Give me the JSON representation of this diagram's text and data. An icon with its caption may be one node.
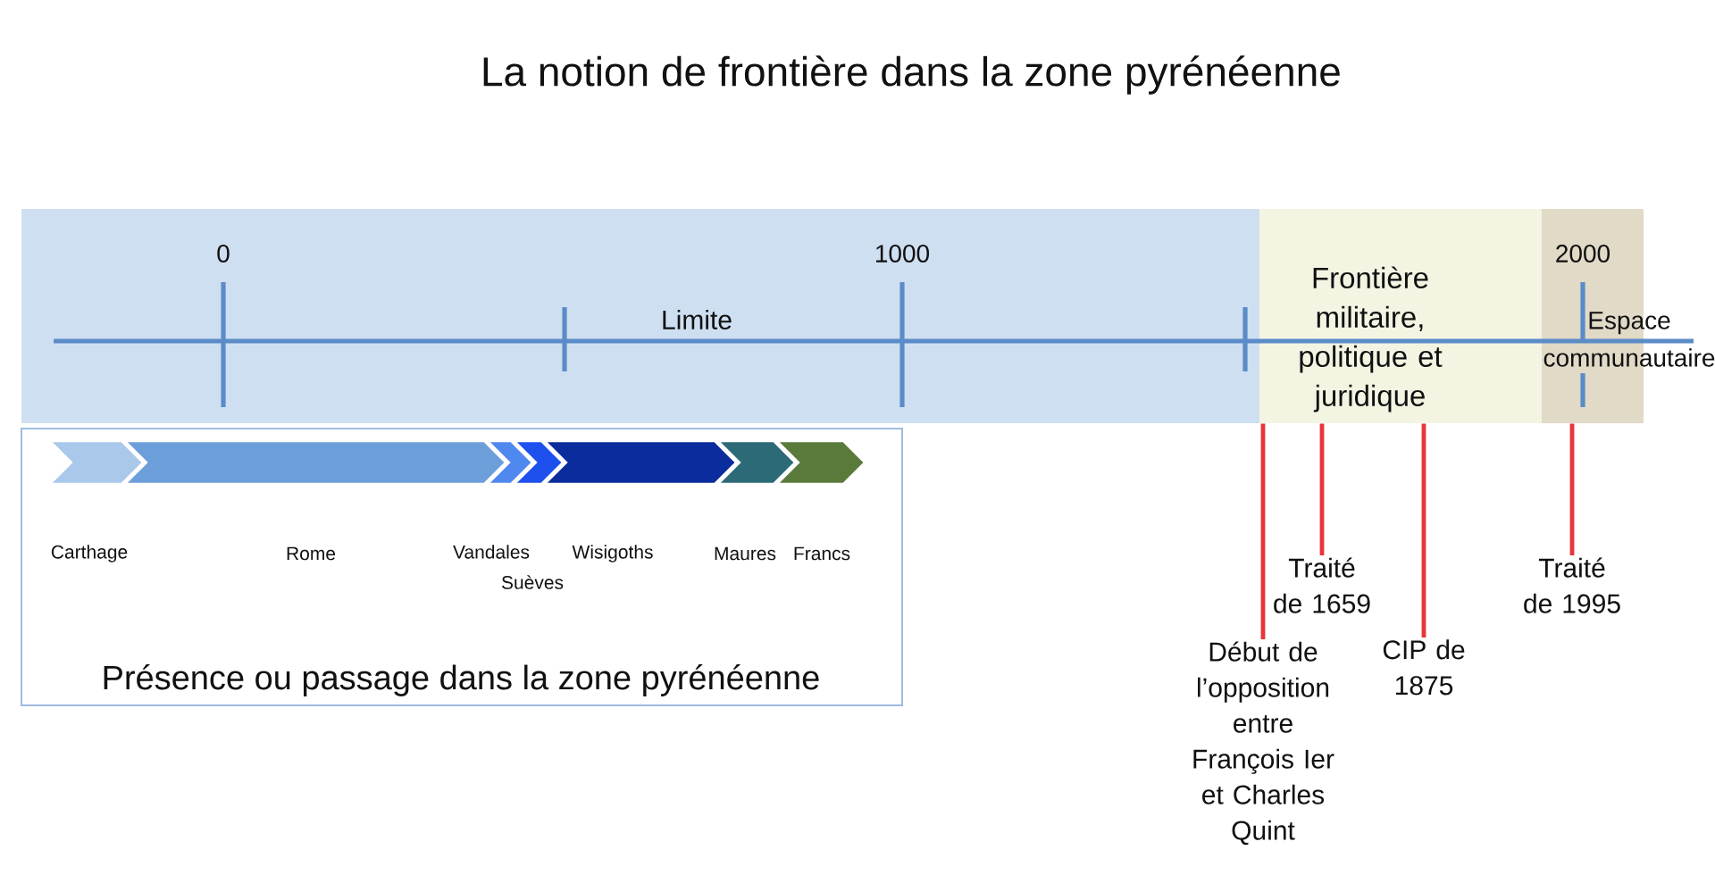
{
  "diagram": {
    "title": "La notion de frontière dans la zone pyrénéenne",
    "nodes": [
      {
        "text": [
          "Limite"
        ]
      },
      {
        "text": [
          "Frontière militaire, politique et juridique"
        ]
      },
      {
        "text": [
          "Espace communautaire"
        ]
      },
      {
        "text": [
          "Présence ou passage dans la zone pyrénéenne"
        ]
      },
      {
        "text": [],
        "shape": "chevron",
        "in": 3,
        "beside": [
          "Carthage"
        ]
      },
      {
        "text": [],
        "shape": "chevron",
        "in": 3,
        "beside": [
          "Rome"
        ]
      },
      {
        "text": [],
        "shape": "chevron",
        "in": 3,
        "beside": [
          "Vandales"
        ]
      },
      {
        "text": [],
        "shape": "chevron",
        "in": 3
      },
      {
        "text": [],
        "shape": "chevron",
        "in": 3,
        "beside": [
          "Wisigoths"
        ]
      },
      {
        "text": [],
        "shape": "chevron",
        "in": 3,
        "beside": [
          "Maures"
        ]
      },
      {
        "text": [],
        "shape": "chevron",
        "in": 3,
        "beside": [
          "Francs"
        ]
      },
      {
        "text": [
          "Début de l’opposition entre François Ier et Charles Quint"
        ]
      },
      {
        "text": [
          "Traité de 1659"
        ]
      },
      {
        "text": [
          "CIP de 1875"
        ]
      },
      {
        "text": [
          "Traité de 1995"
        ]
      }
    ],
    "edges": [
      {
        "from": 11,
        "to": 1,
        "arrow": "none"
      },
      {
        "from": 12,
        "to": 1,
        "arrow": "none"
      },
      {
        "from": 13,
        "to": 1,
        "arrow": "none"
      },
      {
        "from": 14,
        "to": 2,
        "arrow": "none"
      }
    ],
    "labels": [
      "0",
      "1000",
      "2000",
      "Suèves"
    ]
  }
}
